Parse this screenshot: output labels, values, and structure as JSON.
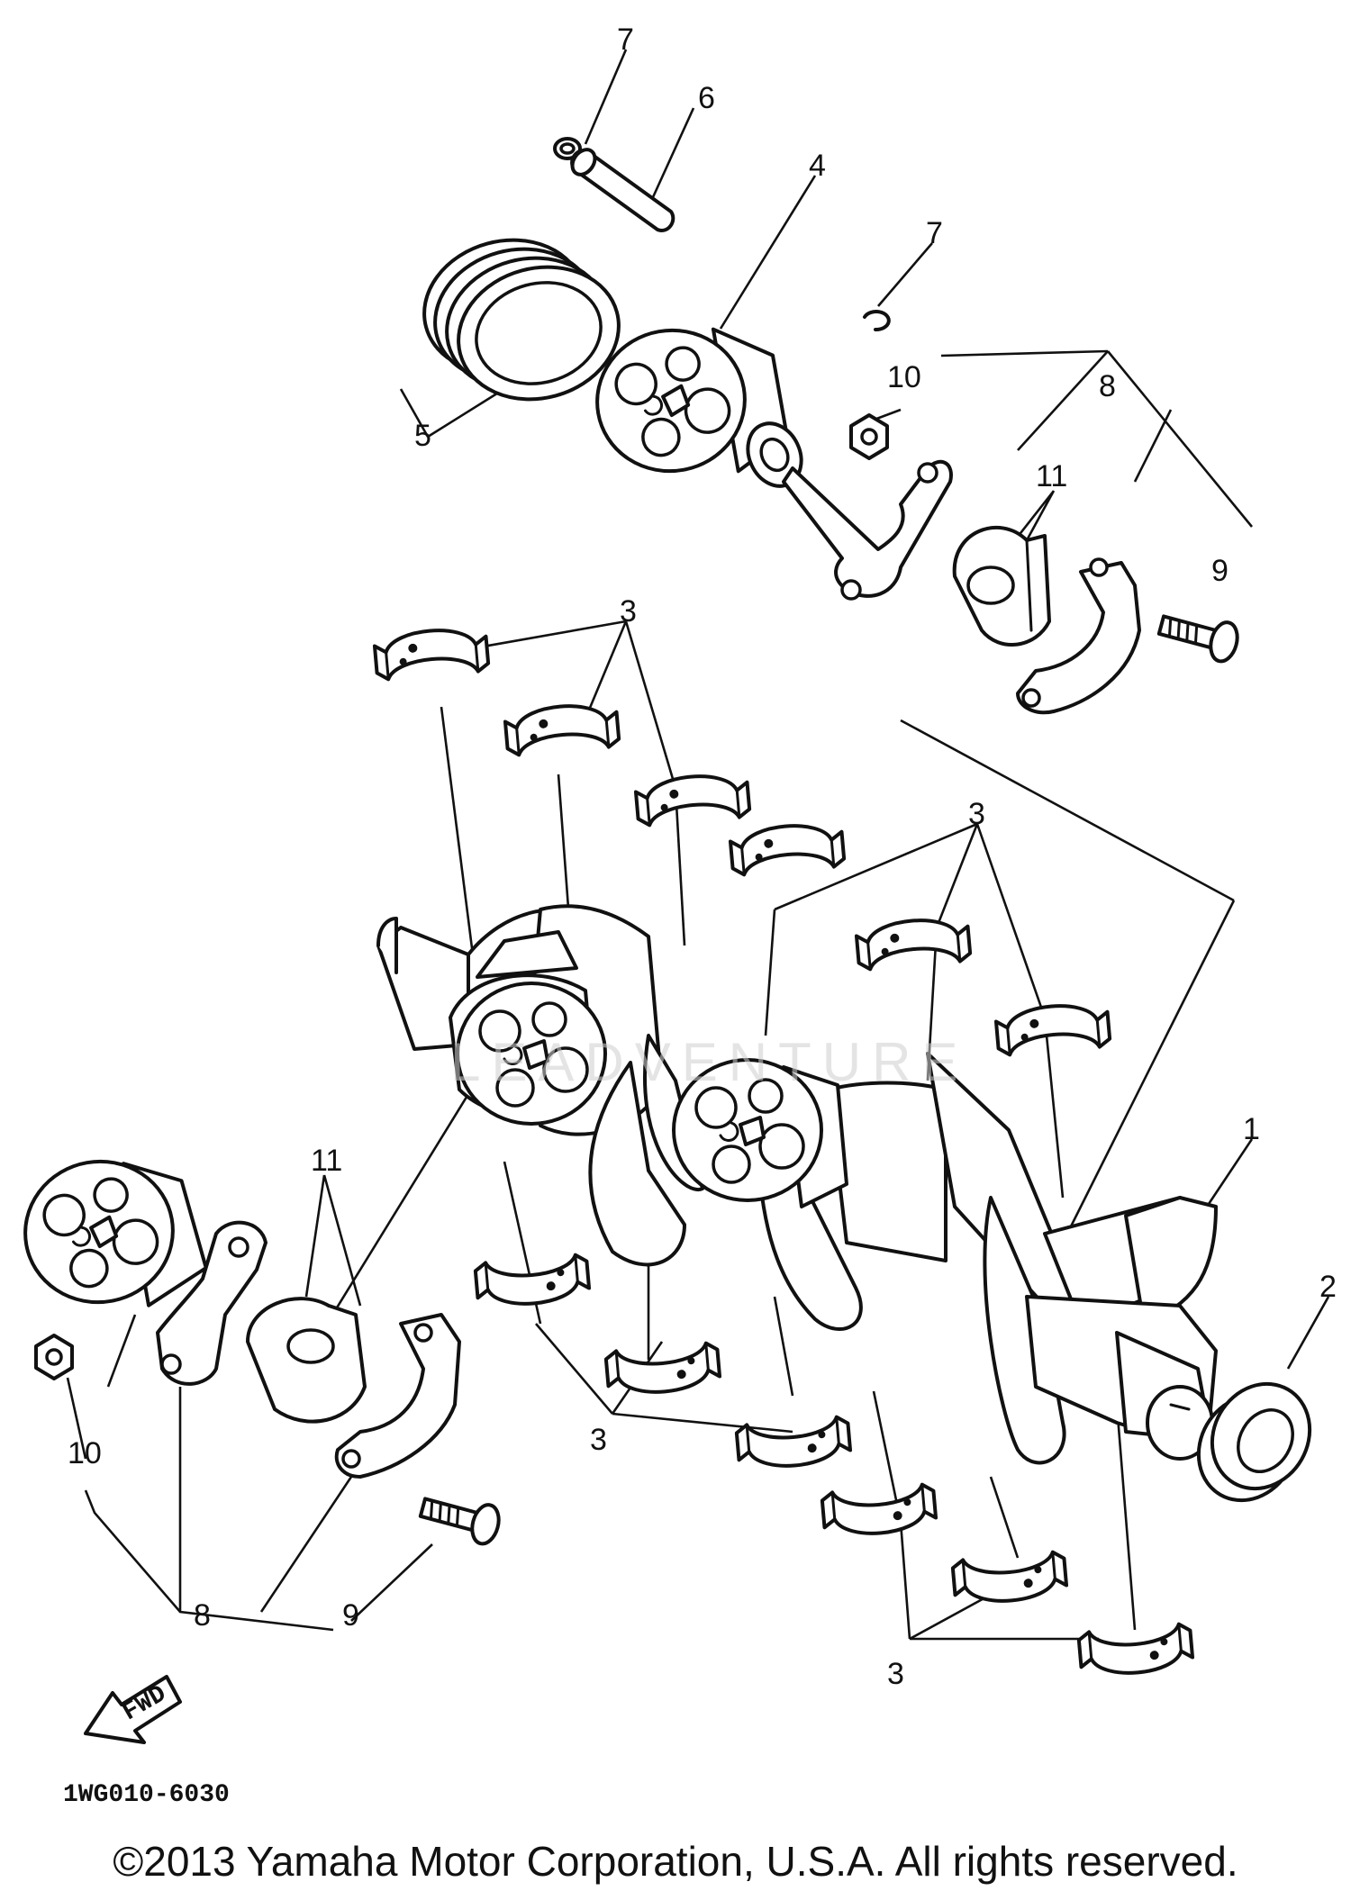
{
  "diagram": {
    "callouts": {
      "c1": "1",
      "c2": "2",
      "c3a": "3",
      "c3b": "3",
      "c3c": "3",
      "c3d": "3",
      "c4": "4",
      "c5": "5",
      "c6": "6",
      "c7a": "7",
      "c7b": "7",
      "c8a": "8",
      "c8b": "8",
      "c9a": "9",
      "c9b": "9",
      "c10a": "10",
      "c10b": "10",
      "c11a": "11",
      "c11b": "11"
    },
    "fwd_label": "FWD",
    "drawing_code": "1WG010-6030",
    "watermark": "LEADVENTURE"
  },
  "footer": {
    "copyright": "©2013 Yamaha Motor Corporation, U.S.A. All rights reserved."
  }
}
